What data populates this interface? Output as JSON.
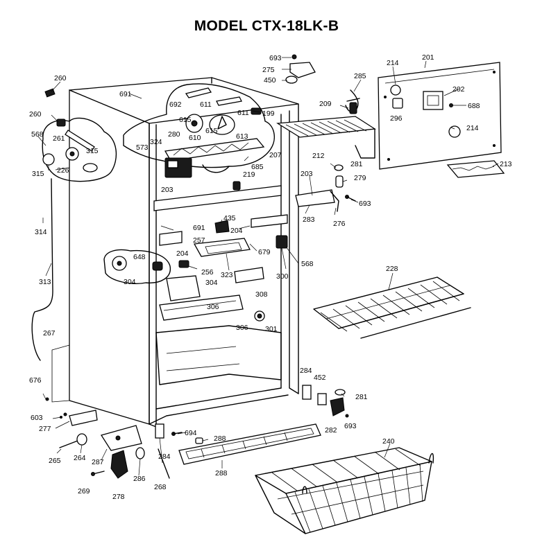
{
  "title": "MODEL CTX-18LK-B",
  "callouts": [
    {
      "id": "693a",
      "text": "693"
    },
    {
      "id": "275",
      "text": "275"
    },
    {
      "id": "450",
      "text": "450"
    },
    {
      "id": "201",
      "text": "201"
    },
    {
      "id": "214a",
      "text": "214"
    },
    {
      "id": "285",
      "text": "285"
    },
    {
      "id": "209",
      "text": "209"
    },
    {
      "id": "202",
      "text": "202"
    },
    {
      "id": "688",
      "text": "688"
    },
    {
      "id": "296",
      "text": "296"
    },
    {
      "id": "214b",
      "text": "214"
    },
    {
      "id": "213",
      "text": "213"
    },
    {
      "id": "260a",
      "text": "260"
    },
    {
      "id": "691a",
      "text": "691"
    },
    {
      "id": "692",
      "text": "692"
    },
    {
      "id": "611a",
      "text": "611"
    },
    {
      "id": "611b",
      "text": "611"
    },
    {
      "id": "199",
      "text": "199"
    },
    {
      "id": "212",
      "text": "212"
    },
    {
      "id": "260b",
      "text": "260"
    },
    {
      "id": "615a",
      "text": "615"
    },
    {
      "id": "615b",
      "text": "615"
    },
    {
      "id": "610",
      "text": "610"
    },
    {
      "id": "613",
      "text": "613"
    },
    {
      "id": "568a",
      "text": "568"
    },
    {
      "id": "261",
      "text": "261"
    },
    {
      "id": "280",
      "text": "280"
    },
    {
      "id": "573",
      "text": "573"
    },
    {
      "id": "324",
      "text": "324"
    },
    {
      "id": "207",
      "text": "207"
    },
    {
      "id": "315a",
      "text": "315"
    },
    {
      "id": "315b",
      "text": "315"
    },
    {
      "id": "226",
      "text": "226"
    },
    {
      "id": "685",
      "text": "685"
    },
    {
      "id": "281a",
      "text": "281"
    },
    {
      "id": "203a",
      "text": "203"
    },
    {
      "id": "279",
      "text": "279"
    },
    {
      "id": "219",
      "text": "219"
    },
    {
      "id": "203b",
      "text": "203"
    },
    {
      "id": "693b",
      "text": "693"
    },
    {
      "id": "283",
      "text": "283"
    },
    {
      "id": "276",
      "text": "276"
    },
    {
      "id": "314",
      "text": "314"
    },
    {
      "id": "435",
      "text": "435"
    },
    {
      "id": "691b",
      "text": "691"
    },
    {
      "id": "204a",
      "text": "204"
    },
    {
      "id": "257",
      "text": "257"
    },
    {
      "id": "204b",
      "text": "204"
    },
    {
      "id": "679",
      "text": "679"
    },
    {
      "id": "648",
      "text": "648"
    },
    {
      "id": "256",
      "text": "256"
    },
    {
      "id": "323",
      "text": "323"
    },
    {
      "id": "568b",
      "text": "568"
    },
    {
      "id": "304a",
      "text": "304"
    },
    {
      "id": "304b",
      "text": "304"
    },
    {
      "id": "308",
      "text": "308"
    },
    {
      "id": "300",
      "text": "300"
    },
    {
      "id": "228",
      "text": "228"
    },
    {
      "id": "313",
      "text": "313"
    },
    {
      "id": "306a",
      "text": "306"
    },
    {
      "id": "306b",
      "text": "306"
    },
    {
      "id": "301",
      "text": "301"
    },
    {
      "id": "267",
      "text": "267"
    },
    {
      "id": "284a",
      "text": "284"
    },
    {
      "id": "452",
      "text": "452"
    },
    {
      "id": "676",
      "text": "676"
    },
    {
      "id": "281b",
      "text": "281"
    },
    {
      "id": "603",
      "text": "603"
    },
    {
      "id": "277",
      "text": "277"
    },
    {
      "id": "282",
      "text": "282"
    },
    {
      "id": "693c",
      "text": "693"
    },
    {
      "id": "694",
      "text": "694"
    },
    {
      "id": "288a",
      "text": "288"
    },
    {
      "id": "240",
      "text": "240"
    },
    {
      "id": "265",
      "text": "265"
    },
    {
      "id": "264",
      "text": "264"
    },
    {
      "id": "287",
      "text": "287"
    },
    {
      "id": "284b",
      "text": "284"
    },
    {
      "id": "288b",
      "text": "288"
    },
    {
      "id": "286",
      "text": "286"
    },
    {
      "id": "269",
      "text": "269"
    },
    {
      "id": "278",
      "text": "278"
    },
    {
      "id": "268",
      "text": "268"
    }
  ]
}
